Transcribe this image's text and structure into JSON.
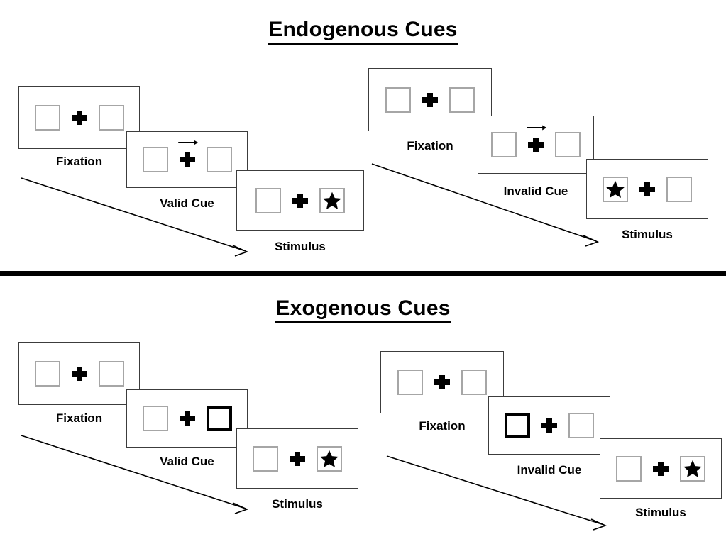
{
  "figure": {
    "title_endogenous": "Endogenous Cues",
    "title_exogenous": "Exogenous Cues"
  },
  "labels": {
    "fixation": "Fixation",
    "valid_cue": "Valid Cue",
    "invalid_cue": "Invalid Cue",
    "stimulus": "Stimulus"
  },
  "icons": {
    "fixation_cross": "plus-icon",
    "arrow_cue": "right-arrow-icon",
    "target": "star-icon",
    "time_flow": "diagonal-arrow-icon"
  },
  "colors": {
    "ink": "#000000",
    "panel_border": "#3c3c3c",
    "box_border": "#a6a6a6",
    "cued_box_border": "#000000",
    "background": "#ffffff"
  },
  "sections": [
    {
      "id": "endogenous",
      "title": "Endogenous Cues",
      "conditions": [
        {
          "id": "endogenous-valid",
          "cue_type": "valid",
          "frames": [
            {
              "label": "Fixation",
              "left_box": "empty",
              "right_box": "empty",
              "cue": "none",
              "target_side": "none"
            },
            {
              "label": "Valid Cue",
              "left_box": "empty",
              "right_box": "empty",
              "cue": "arrow-right",
              "target_side": "none"
            },
            {
              "label": "Stimulus",
              "left_box": "empty",
              "right_box": "star",
              "cue": "none",
              "target_side": "right"
            }
          ]
        },
        {
          "id": "endogenous-invalid",
          "cue_type": "invalid",
          "frames": [
            {
              "label": "Fixation",
              "left_box": "empty",
              "right_box": "empty",
              "cue": "none",
              "target_side": "none"
            },
            {
              "label": "Invalid Cue",
              "left_box": "empty",
              "right_box": "empty",
              "cue": "arrow-right",
              "target_side": "none"
            },
            {
              "label": "Stimulus",
              "left_box": "star",
              "right_box": "empty",
              "cue": "none",
              "target_side": "left"
            }
          ]
        }
      ]
    },
    {
      "id": "exogenous",
      "title": "Exogenous Cues",
      "conditions": [
        {
          "id": "exogenous-valid",
          "cue_type": "valid",
          "frames": [
            {
              "label": "Fixation",
              "left_box": "empty",
              "right_box": "empty",
              "cue": "none",
              "target_side": "none"
            },
            {
              "label": "Valid Cue",
              "left_box": "empty",
              "right_box": "cued",
              "cue": "peripheral-right",
              "target_side": "none"
            },
            {
              "label": "Stimulus",
              "left_box": "empty",
              "right_box": "star",
              "cue": "none",
              "target_side": "right"
            }
          ]
        },
        {
          "id": "exogenous-invalid",
          "cue_type": "invalid",
          "frames": [
            {
              "label": "Fixation",
              "left_box": "empty",
              "right_box": "empty",
              "cue": "none",
              "target_side": "none"
            },
            {
              "label": "Invalid Cue",
              "left_box": "cued",
              "right_box": "empty",
              "cue": "peripheral-left",
              "target_side": "none"
            },
            {
              "label": "Stimulus",
              "left_box": "empty",
              "right_box": "star",
              "cue": "none",
              "target_side": "right"
            }
          ]
        }
      ]
    }
  ]
}
